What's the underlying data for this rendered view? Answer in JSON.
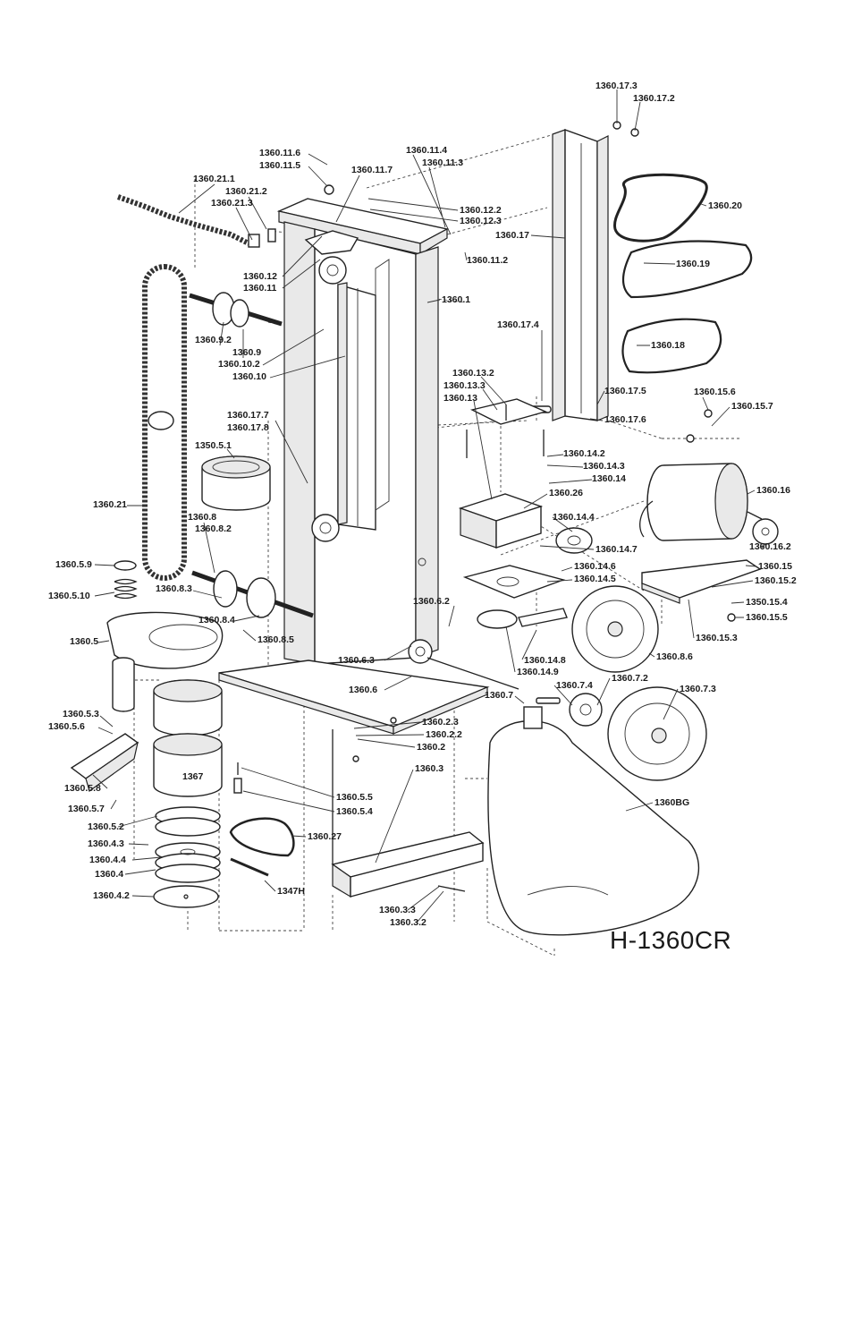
{
  "title": "H-1360CR",
  "parts": [
    "1360.17.3",
    "1360.17.2",
    "1360.11.6",
    "1360.11.5",
    "1360.11.4",
    "1360.11.3",
    "1360.11.7",
    "1360.21.1",
    "1360.21.2",
    "1360.21.3",
    "1360.12.2",
    "1360.12.3",
    "1360.20",
    "1360.17",
    "1360.11.2",
    "1360.19",
    "1360.12",
    "1360.11",
    "1360.1",
    "1360.17.4",
    "1360.9.2",
    "1360.18",
    "1360.9",
    "1360.10.2",
    "1360.10",
    "1360.13.2",
    "1360.13.3",
    "1360.13",
    "1360.17.5",
    "1360.15.6",
    "1360.15.7",
    "1360.17.7",
    "1360.17.8",
    "1360.17.6",
    "1350.5.1",
    "1360.14.2",
    "1360.14.3",
    "1360.14",
    "1360.16",
    "1360.26",
    "1360.21",
    "1360.8",
    "1360.8.2",
    "1360.14.4",
    "1360.16.2",
    "1360.14.7",
    "1360.5.9",
    "1360.15",
    "1360.14.6",
    "1360.14.5",
    "1360.15.2",
    "1360.8.3",
    "1360.5.10",
    "1360.6.2",
    "1350.15.4",
    "1360.15.5",
    "1360.8.4",
    "1360.8.5",
    "1360.5",
    "1360.15.3",
    "1360.8.6",
    "1360.14.8",
    "1360.6.3",
    "1360.14.9",
    "1360.7.2",
    "1360.6",
    "1360.7.4",
    "1360.7.3",
    "1360.7",
    "1360.5.3",
    "1360.5.6",
    "1360.2.3",
    "1360.2.2",
    "1360.2",
    "1367",
    "1360.3",
    "1360.5.8",
    "1360.5.5",
    "1360BG",
    "1360.5.7",
    "1360.5.4",
    "1360.5.2",
    "1360.27",
    "1360.4.3",
    "1360.4.4",
    "1360.4",
    "1347H",
    "1360.4.2",
    "1360.3.3",
    "1360.3.2"
  ]
}
